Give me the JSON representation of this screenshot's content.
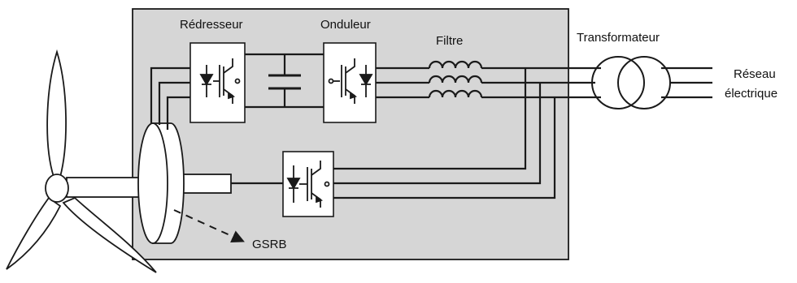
{
  "labels": {
    "rectifier": "Rédresseur",
    "inverter": "Onduleur",
    "filter": "Filtre",
    "transformer": "Transformateur",
    "grid_line1": "Réseau",
    "grid_line2": "électrique",
    "generator": "GSRB"
  },
  "colors": {
    "panel_fill": "#d6d6d6",
    "line": "#1a1a1a",
    "background": "#ffffff"
  }
}
